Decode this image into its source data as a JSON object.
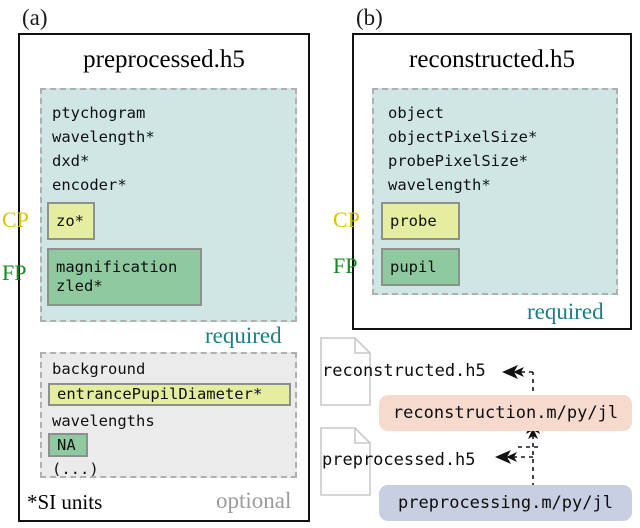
{
  "panels": [
    {
      "tag": "(a)",
      "title": "preprocessed.h5",
      "required": {
        "caption": "required",
        "plain_fields": [
          "ptychogram",
          "wavelength*",
          "dxd*",
          "encoder*"
        ],
        "chips": [
          {
            "kind": "CP",
            "lines": [
              "zo*"
            ]
          },
          {
            "kind": "FP",
            "lines": [
              "magnification",
              "zled*"
            ]
          }
        ]
      },
      "optional": {
        "caption": "optional",
        "fields": [
          {
            "label": "background",
            "highlight": "none"
          },
          {
            "label": "entrancePupilDiameter*",
            "highlight": "CP"
          },
          {
            "label": "wavelengths",
            "highlight": "none"
          },
          {
            "label": "NA",
            "highlight": "FP"
          },
          {
            "label": "(...)",
            "highlight": "none"
          }
        ]
      },
      "footnote": "*SI units",
      "side_labels": [
        "CP",
        "FP"
      ]
    },
    {
      "tag": "(b)",
      "title": "reconstructed.h5",
      "required": {
        "caption": "required",
        "plain_fields": [
          "object",
          "objectPixelSize*",
          "probePixelSize*",
          "wavelength*"
        ],
        "chips": [
          {
            "kind": "CP",
            "lines": [
              "probe"
            ]
          },
          {
            "kind": "FP",
            "lines": [
              "pupil"
            ]
          }
        ]
      },
      "side_labels": [
        "CP",
        "FP"
      ]
    }
  ],
  "flow": {
    "files": [
      {
        "name": "reconstructed.h5",
        "icon": "file-document-icon"
      },
      {
        "name": "preprocessed.h5",
        "icon": "file-document-icon"
      }
    ],
    "scripts": [
      {
        "name": "reconstruction.m/py/jl",
        "color": "#f6dace"
      },
      {
        "name": "preprocessing.m/py/jl",
        "color": "#c9cfe2"
      }
    ]
  },
  "colors": {
    "required_fill": "#cfe6e4",
    "optional_fill": "#ebebeb",
    "cp_chip": "#e5eda0",
    "fp_chip": "#8fc9a0",
    "cp_label": "#d6c400",
    "fp_label": "#13891f",
    "required_caption": "#1d7d82",
    "optional_caption": "#9b9b9b",
    "recon_pill": "#f6dace",
    "prep_pill": "#c9cfe2",
    "panel_border": "#111111",
    "dashed_border": "#b0b0b0"
  }
}
